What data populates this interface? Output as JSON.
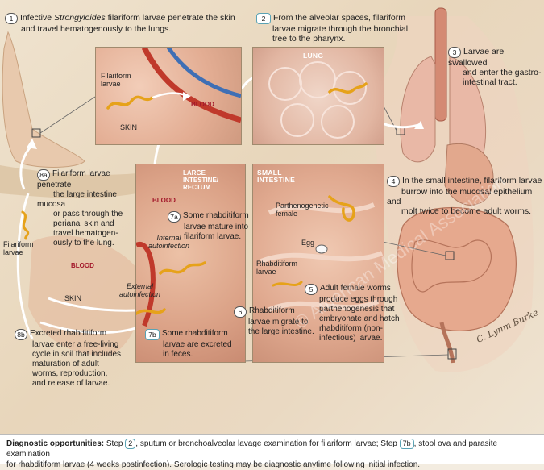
{
  "steps": {
    "s1": {
      "num": "1",
      "pre": "Infective ",
      "italic": "Strongyloides",
      "line1_rest": " filariform larvae penetrate the skin",
      "line2": "and travel hematogenously to the lungs."
    },
    "s2": {
      "num": "2",
      "line1": "From the alveolar spaces, filariform",
      "line2": "larvae migrate through the bronchial",
      "line3": "tree to the pharynx."
    },
    "s3": {
      "num": "3",
      "line1": "Larvae are swallowed",
      "line2": "and enter the gastro-",
      "line3": "intestinal tract."
    },
    "s4": {
      "num": "4",
      "line1": "In the small intestine, filariform larvae",
      "line2": "burrow into the mucosal epithelium and",
      "line3": "molt twice to become adult worms."
    },
    "s5": {
      "num": "5",
      "line1": "Adult female worms",
      "line2": "produce eggs through",
      "line3": "parthenogenesis that",
      "line4": "embryonate and hatch",
      "line5": "rhabditiform (non-",
      "line6": "infectious) larvae."
    },
    "s6": {
      "num": "6",
      "line1": "Rhabditiform",
      "line2": "larvae migrate to",
      "line3": "the large intestine."
    },
    "s7a": {
      "num": "7a",
      "line1": "Some rhabditiform",
      "line2": "larvae mature into",
      "line3": "filariform larvae."
    },
    "s7b": {
      "num": "7b",
      "line1": "Some rhabditiform",
      "line2": "larvae are excreted",
      "line3": "in feces."
    },
    "s8a": {
      "num": "8a",
      "line1": "Filariform larvae penetrate",
      "line2": "the large intestine mucosa",
      "line3": "or pass through the",
      "line4": "perianal skin and",
      "line5": "travel hematogen-",
      "line6": "ously to the lung."
    },
    "s8b": {
      "num": "8b",
      "line1": "Excreted rhabditiform",
      "line2": "larvae enter a free-living",
      "line3": "cycle in soil that includes",
      "line4": "maturation of adult",
      "line5": "worms, reproduction,",
      "line6": "and release of larvae."
    }
  },
  "labels": {
    "filariform_larvae_panel": "Filariform\nlarvae",
    "skin_panel": "SKIN",
    "blood_panel": "BLOOD",
    "lung": "LUNG",
    "large_intestine": "LARGE\nINTESTINE/\nRECTUM",
    "small_intestine": "SMALL\nINTESTINE",
    "blood_large": "BLOOD",
    "internal_autoinfection": "Internal\nautoinfection",
    "external_autoinfection": "External\nautoinfection",
    "parthenogenetic_female": "Parthenogenetic\nfemale",
    "egg": "Egg",
    "rhabditiform_larvae": "Rhabditiform\nlarvae",
    "filariform_larvae_left": "Filariform\nlarvae",
    "blood_left": "BLOOD",
    "skin_left": "SKIN"
  },
  "diagnostic": {
    "heading": "Diagnostic opportunities:",
    "part1": " Step ",
    "step_a": "2",
    "part2": ", sputum or bronchoalveolar lavage examination for filariform larvae; Step ",
    "step_b": "7b",
    "part3": ", stool ova and parasite examination",
    "line2": "for rhabditiform larvae (4 weeks postinfection). Serologic testing may be diagnostic anytime following initial infection."
  },
  "watermark": "© American Medical Association",
  "signature": "C. Lynm Burke",
  "colors": {
    "worm": "#e6a21a",
    "arrow": "#ffffff",
    "blood_vessel": "#c0392b",
    "step_box": "#5aa3b5",
    "organ": "#e0a48c"
  }
}
